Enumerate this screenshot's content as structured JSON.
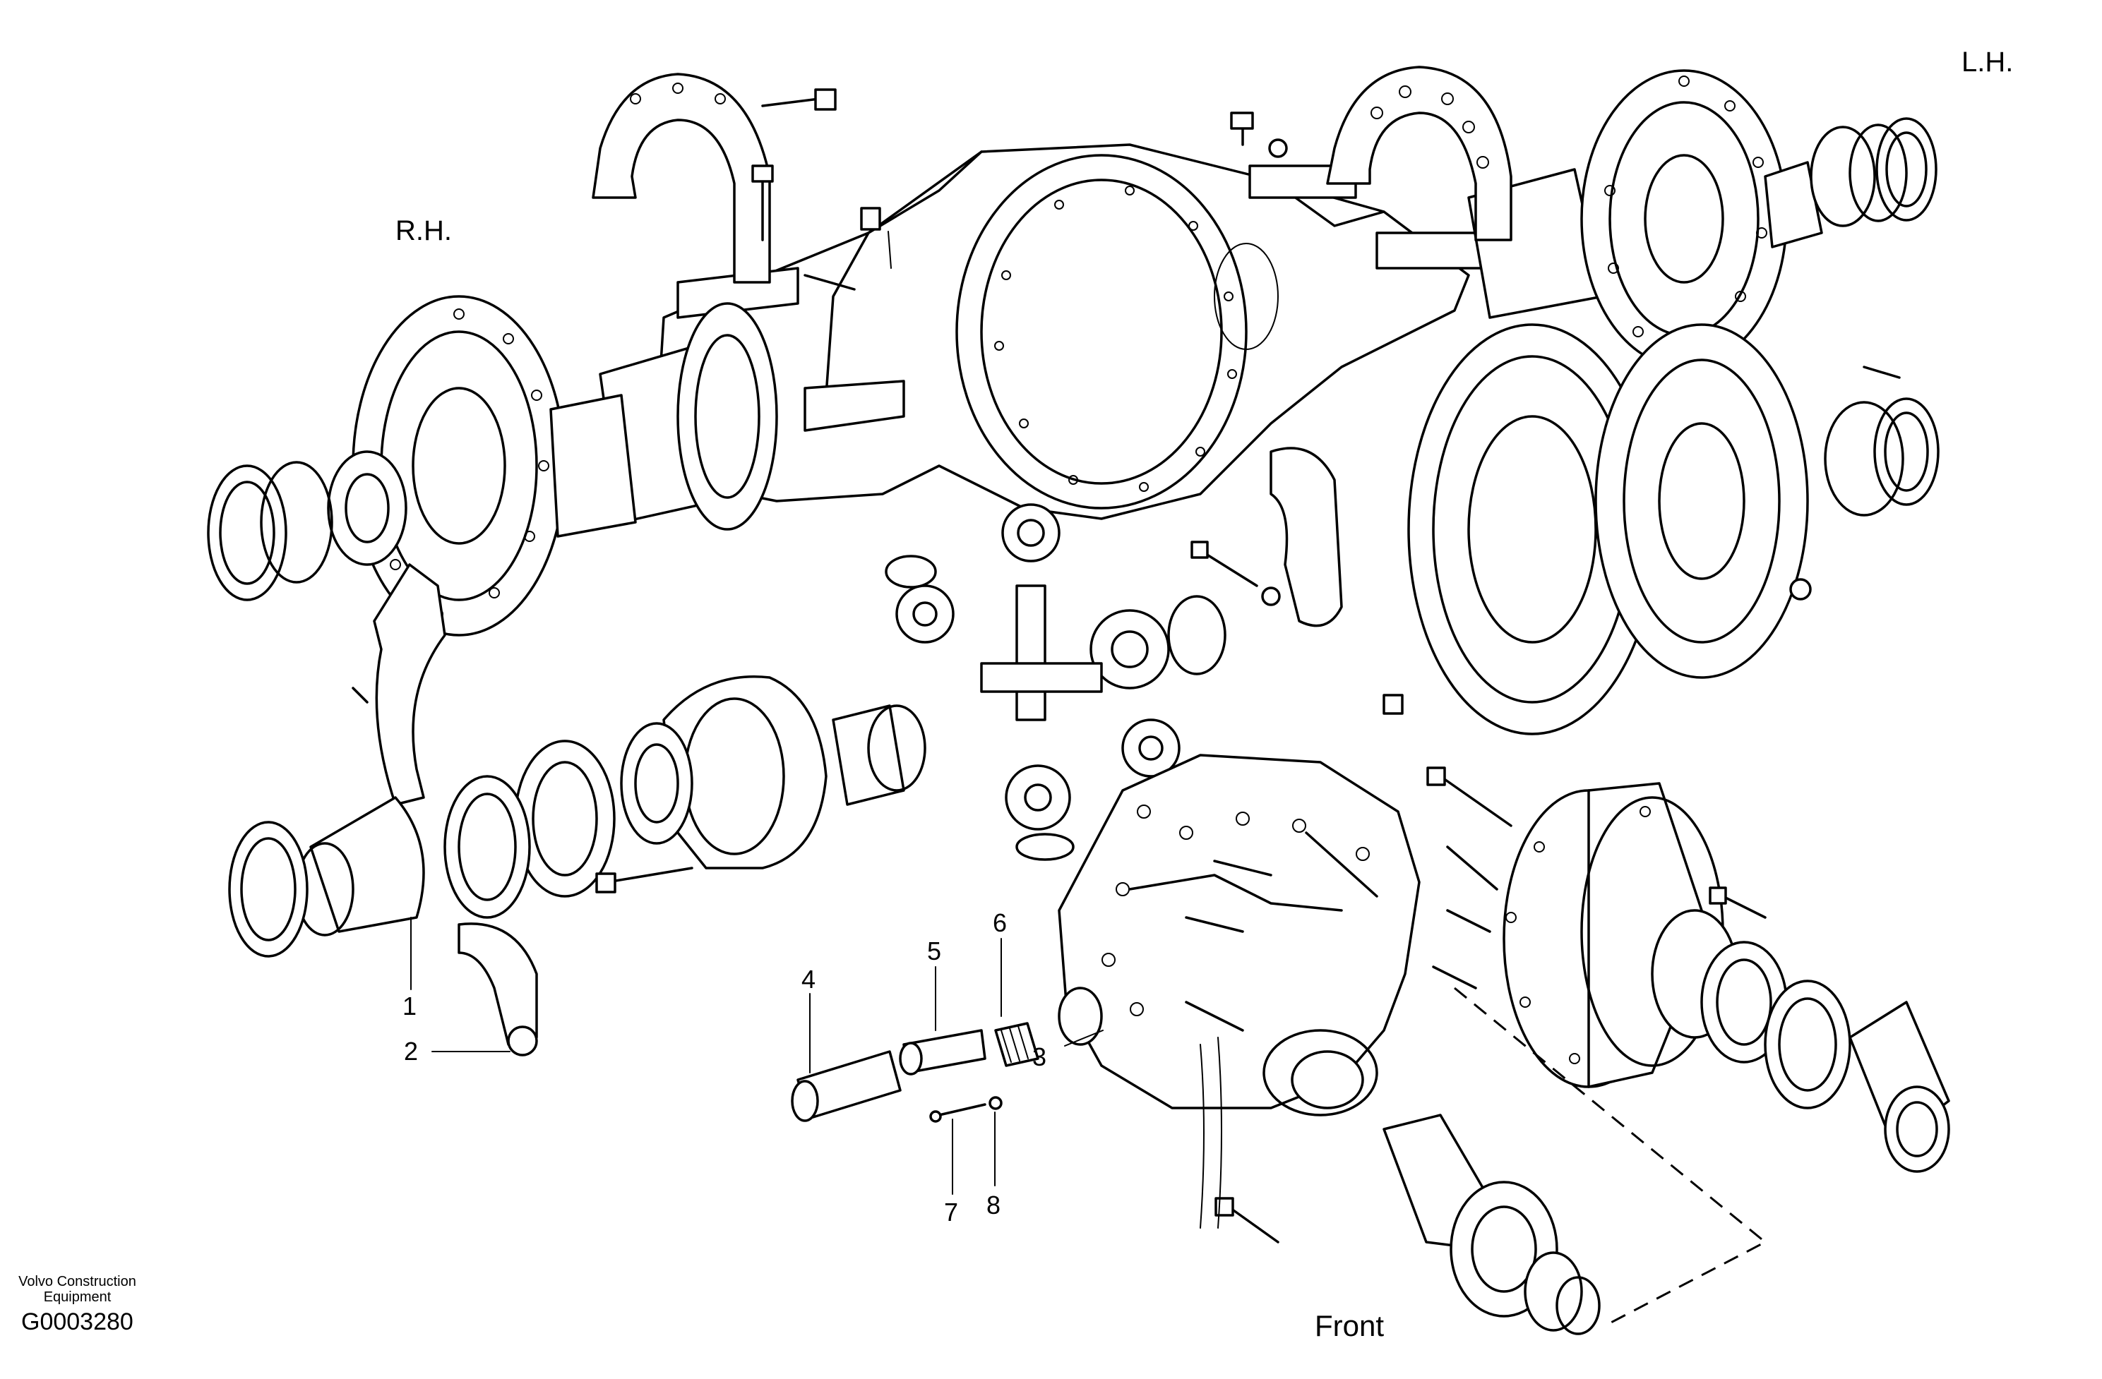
{
  "labels": {
    "rh": "R.H.",
    "lh": "L.H.",
    "front": "Front"
  },
  "callouts": [
    {
      "id": "1",
      "text": "1"
    },
    {
      "id": "2",
      "text": "2"
    },
    {
      "id": "3",
      "text": "3"
    },
    {
      "id": "4",
      "text": "4"
    },
    {
      "id": "5",
      "text": "5"
    },
    {
      "id": "6",
      "text": "6"
    },
    {
      "id": "7",
      "text": "7"
    },
    {
      "id": "8",
      "text": "8"
    }
  ],
  "footer": {
    "company_line1": "Volvo Construction",
    "company_line2": "Equipment",
    "drawing_code": "G0003280"
  }
}
